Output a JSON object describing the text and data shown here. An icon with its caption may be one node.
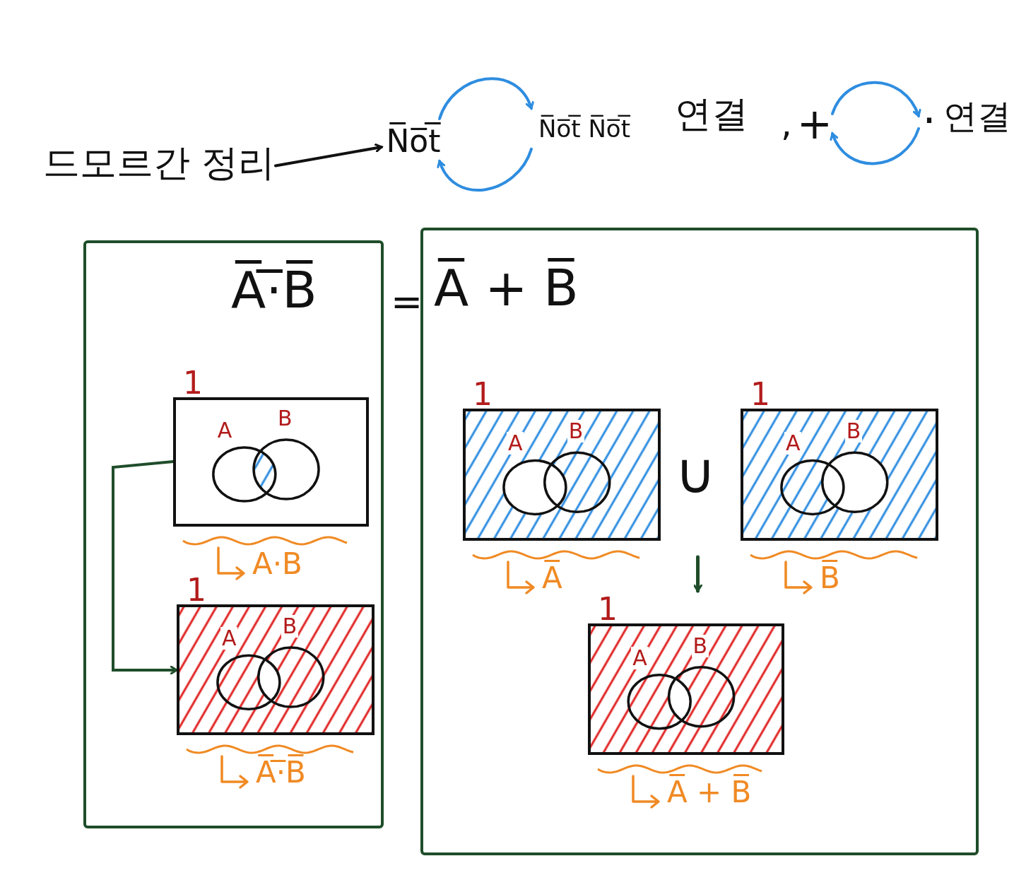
{
  "diagram": {
    "nodes": [
      {
        "text": [
          "드모르간 정리"
        ]
      },
      {
        "text": [
          "N̅o̅t̅"
        ]
      },
      {
        "text": [
          "N̅o̅t̅ N̅o̅t̅"
        ]
      },
      {
        "text": [
          "+"
        ]
      },
      {
        "text": [
          "·"
        ]
      },
      {
        "text": [
          "A̅·̅B̅"
        ]
      },
      {
        "text": [
          "A̅ + B̅"
        ]
      },
      {
        "text": [
          "1",
          "A",
          "B"
        ],
        "in": 5,
        "beside": [
          "A·B"
        ]
      },
      {
        "text": [
          "1",
          "A",
          "B"
        ],
        "in": 5,
        "beside": [
          "A̅·̅B̅"
        ]
      },
      {
        "text": [
          "1",
          "A",
          "B"
        ],
        "in": 6,
        "beside": [
          "A̅"
        ]
      },
      {
        "text": [
          "1",
          "A",
          "B"
        ],
        "in": 6,
        "beside": [
          "B̅"
        ]
      },
      {
        "text": [
          "1",
          "A",
          "B"
        ],
        "in": 6,
        "beside": [
          "A̅ + B̅"
        ]
      }
    ],
    "edges": [
      {
        "from": 0,
        "to": 1,
        "arrow": "to",
        "color": "#111111"
      },
      {
        "from": 1,
        "to": 2,
        "arrow": "to",
        "color": "#2e8de0"
      },
      {
        "from": 2,
        "to": 1,
        "arrow": "to",
        "color": "#2e8de0"
      },
      {
        "from": 3,
        "to": 4,
        "arrow": "to",
        "color": "#2e8de0"
      },
      {
        "from": 4,
        "to": 3,
        "arrow": "to",
        "color": "#2e8de0"
      },
      {
        "from": 7,
        "to": 8,
        "arrow": "to",
        "color": "#1f4d2a"
      },
      {
        "from": null,
        "to": 11,
        "arrow": "to",
        "color": "#1f4d2a"
      }
    ],
    "labels": [
      "연결",
      ",",
      "연결",
      "=",
      "∪"
    ]
  }
}
